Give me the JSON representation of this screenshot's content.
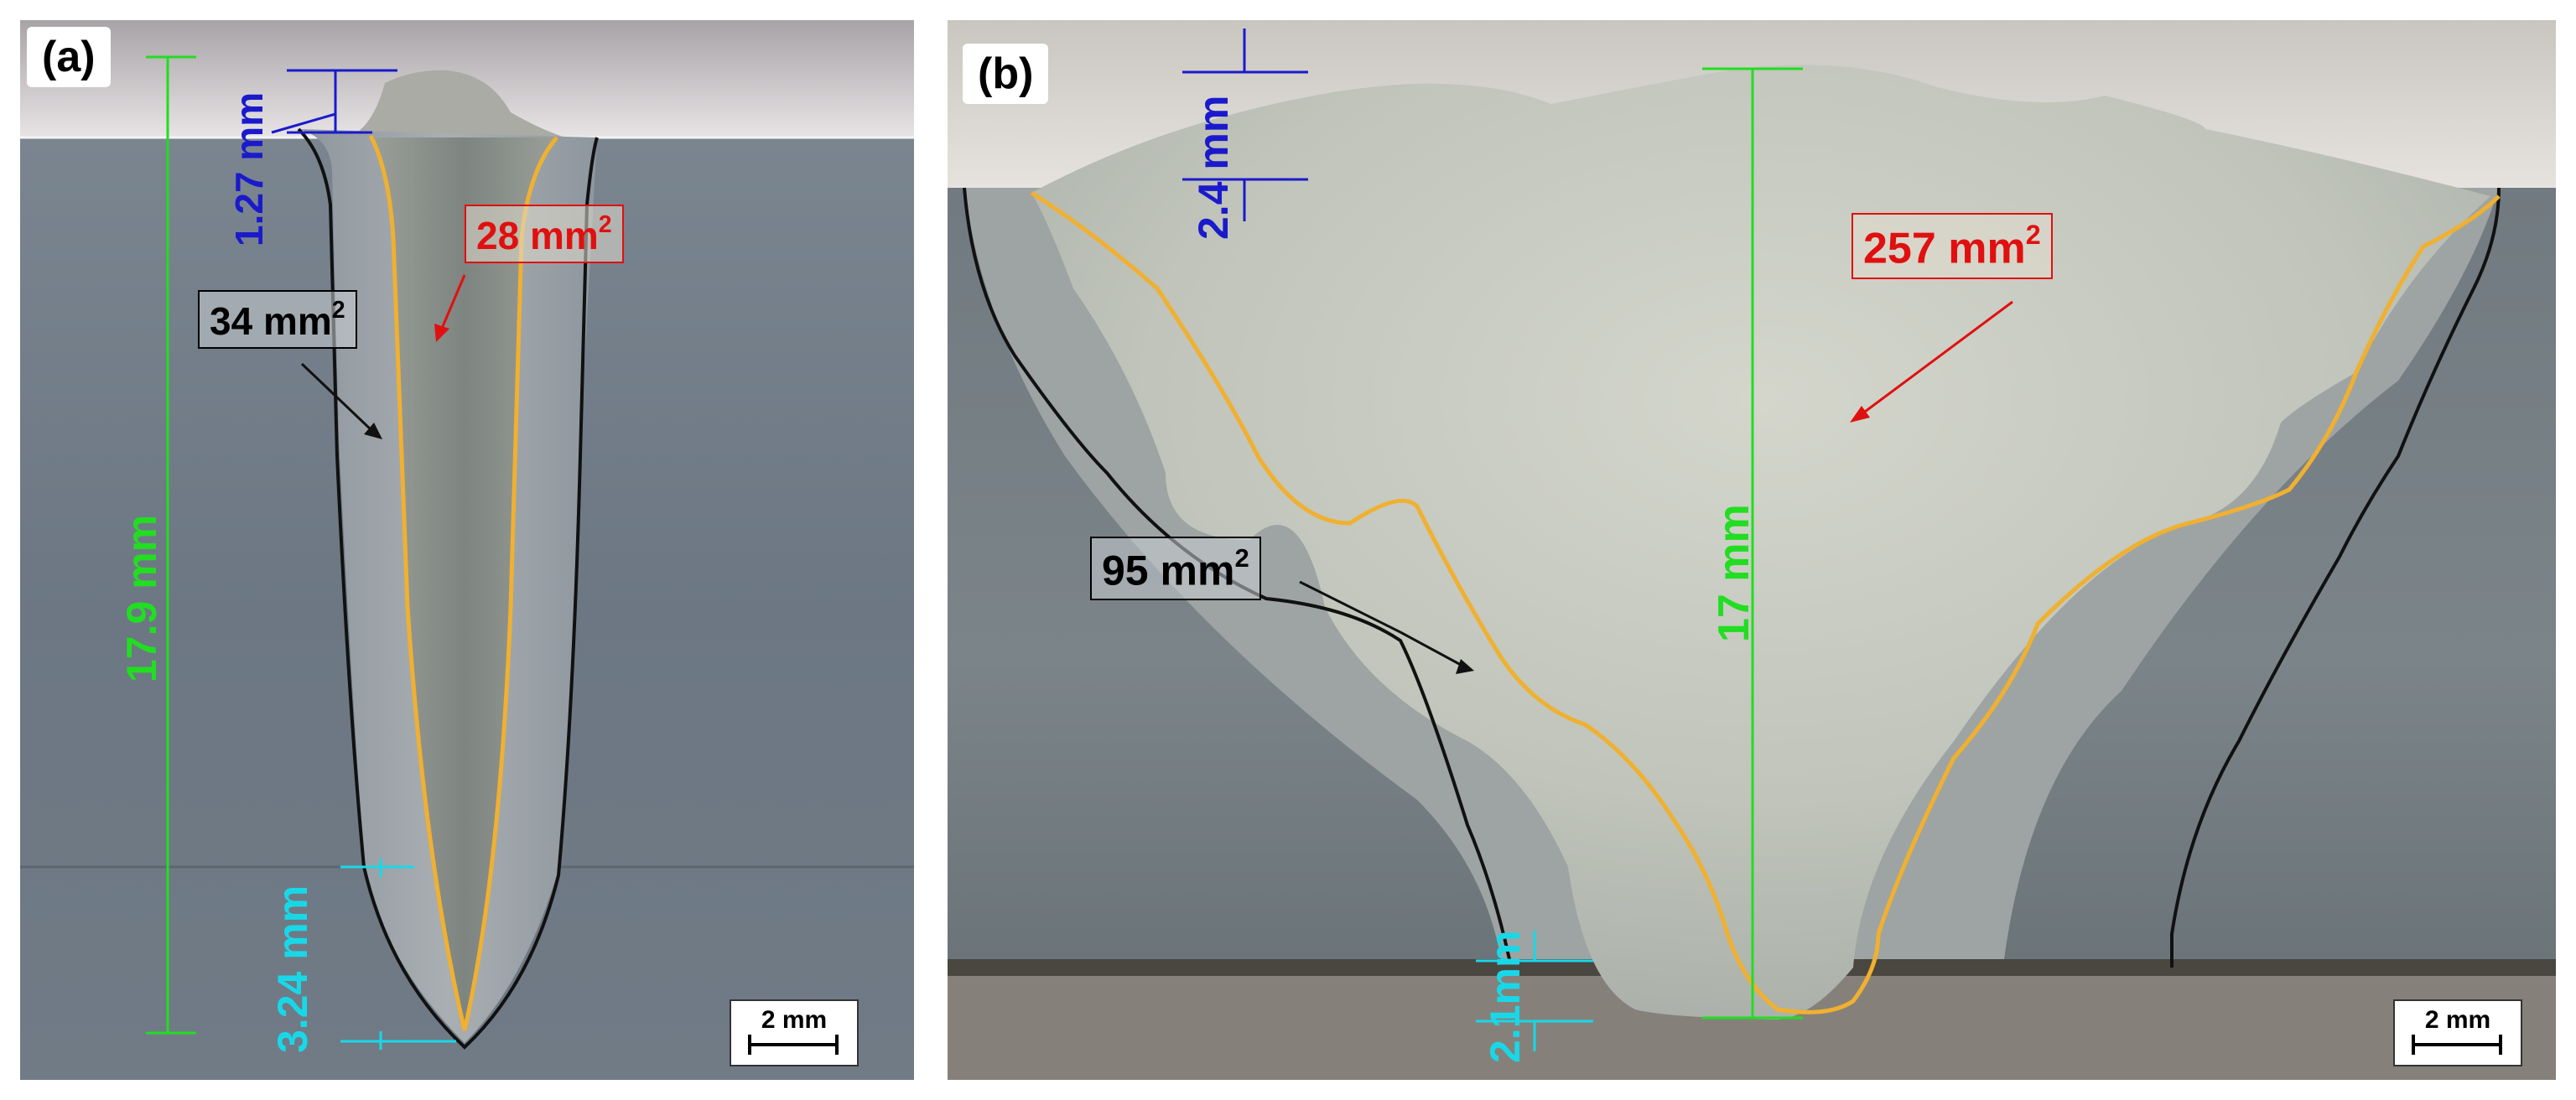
{
  "panel_a": {
    "label": "(a)",
    "dim_total_height": "17.9 mm",
    "dim_reinforcement": "1.27 mm",
    "dim_root": "3.24 mm",
    "area_fusion_zone": "28 mm",
    "area_haz": "34 mm",
    "area_superscript": "2",
    "scale_bar": "2 mm"
  },
  "panel_b": {
    "label": "(b)",
    "dim_total_height": "17 mm",
    "dim_reinforcement": "2.4 mm",
    "dim_root": "2.1mm",
    "area_fusion_zone": "257 mm",
    "area_haz": "95 mm",
    "area_superscript": "2",
    "scale_bar": "2 mm"
  },
  "colors": {
    "fusion_boundary": "#f0b030",
    "haz_boundary": "#111111",
    "total_height_dim": "#22dd22",
    "reinforcement_dim": "#1a1acc",
    "root_dim": "#18d8e8",
    "area_fusion_label": "#e01010",
    "metal_base": "#6f7a85",
    "weld_metal": "#c2c6bc"
  }
}
